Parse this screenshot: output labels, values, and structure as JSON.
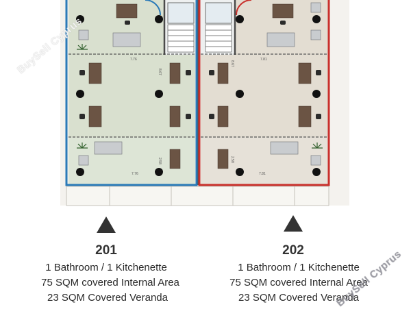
{
  "watermark": "BuySell Cyprus",
  "colors": {
    "unit_201_outline": "#2a7ab8",
    "unit_202_outline": "#c9302c",
    "room_left": "#d9e0cf",
    "room_right": "#e3ddd2",
    "veranda_left": "#dde5d6",
    "veranda_right": "#e6e1d8"
  },
  "dimensions": {
    "left_top": "7.76",
    "left_vertical_upper": "8.67",
    "left_vertical_lower": "2.58",
    "left_bottom": "7.76",
    "right_top": "7.81",
    "right_vertical_upper": "8.67",
    "right_vertical_lower": "2.58",
    "right_bottom": "7.81"
  },
  "units": [
    {
      "number": "201",
      "line1": "1 Bathroom / 1 Kitchenette",
      "line2": "75 SQM covered Internal Area",
      "line3": "23 SQM Covered Veranda"
    },
    {
      "number": "202",
      "line1": "1 Bathroom / 1 Kitchenette",
      "line2": "75 SQM covered Internal Area",
      "line3": "23 SQM Covered Veranda"
    }
  ]
}
